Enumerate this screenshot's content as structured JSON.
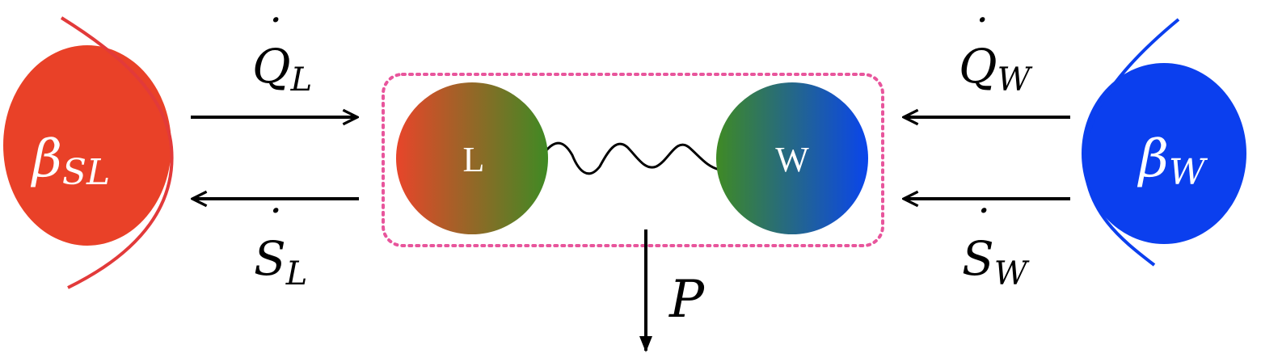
{
  "reservoirs": {
    "left": {
      "symbol": "β",
      "subscript": "SL",
      "color": "#e94128",
      "edge_color": "#e23a3a"
    },
    "right": {
      "symbol": "β",
      "subscript": "W",
      "color": "#0b3fee",
      "edge_color": "#0b3fee"
    }
  },
  "nodes": {
    "left": {
      "label": "L",
      "gradient": [
        "#e8452a",
        "#3f8a24"
      ]
    },
    "right": {
      "label": "W",
      "gradient": [
        "#3f8a24",
        "#0a45ec"
      ]
    }
  },
  "system_box": {
    "color": "#e8559c",
    "style": "dotted"
  },
  "fluxes": {
    "heat_left": {
      "symbol": "Q",
      "subscript": "L",
      "dot": "˙"
    },
    "entropy_left": {
      "symbol": "S",
      "subscript": "L",
      "dot": "˙"
    },
    "heat_right": {
      "symbol": "Q",
      "subscript": "W",
      "dot": "˙"
    },
    "entropy_right": {
      "symbol": "S",
      "subscript": "W",
      "dot": "˙"
    },
    "power": {
      "symbol": "P"
    }
  },
  "colors": {
    "arrow": "#000000",
    "spring": "#000000"
  }
}
